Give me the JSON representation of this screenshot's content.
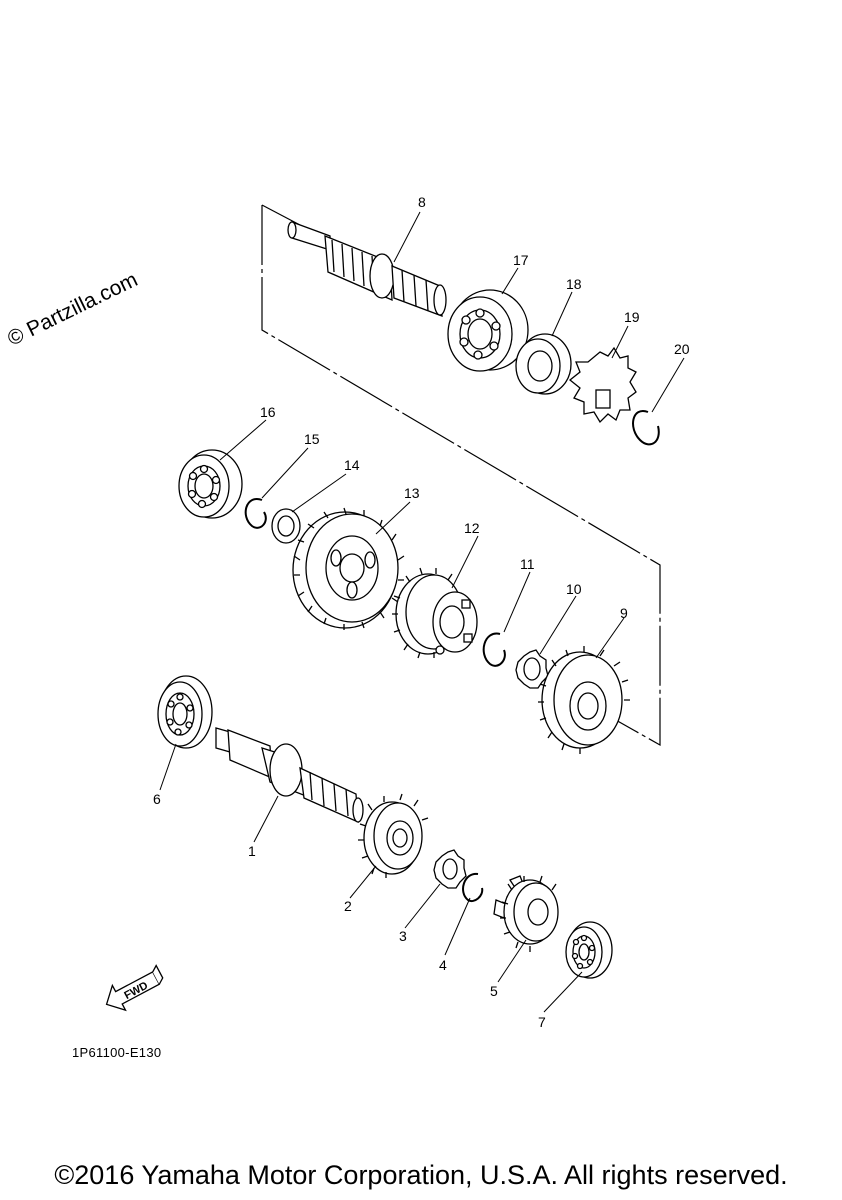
{
  "watermark": "© Partzilla.com",
  "drawing_code": "1P61100-E130",
  "copyright": "©2016 Yamaha Motor Corporation, U.S.A. All rights reserved.",
  "fwd_label": "FWD",
  "callouts": [
    "1",
    "2",
    "3",
    "4",
    "5",
    "6",
    "7",
    "8",
    "9",
    "10",
    "11",
    "12",
    "13",
    "14",
    "15",
    "16",
    "17",
    "18",
    "19",
    "20"
  ]
}
